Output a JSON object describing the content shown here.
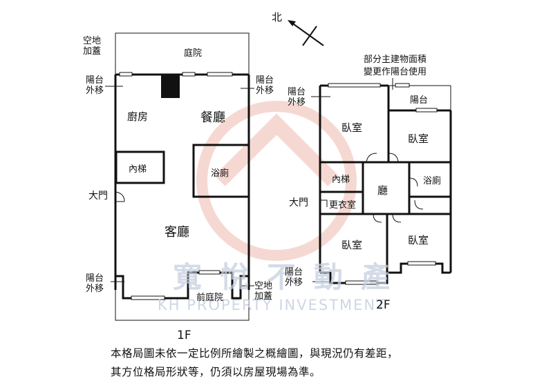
{
  "compass": {
    "label": "北"
  },
  "floor1": {
    "title": "1F",
    "rooms": {
      "courtyard": "庭院",
      "kitchen": "廚房",
      "dining": "餐廳",
      "inner_stair": "內梯",
      "bath": "浴廁",
      "main_door": "大門",
      "living": "客廳",
      "front_yard": "前庭院"
    },
    "notes": {
      "top_covered": "空地\n加蓋",
      "balcony_left": "陽台\n外移",
      "balcony_right": "陽台\n外移",
      "bottom_balcony": "陽台\n外移",
      "bottom_covered": "空地\n加蓋"
    }
  },
  "floor2": {
    "title": "2F",
    "rooms": {
      "bed1": "臥室",
      "bed2": "臥室",
      "balcony": "陽台",
      "inner_stair": "內梯",
      "hall": "廳",
      "bath": "浴廁",
      "closet": "更衣室",
      "bed3": "臥室",
      "bed4": "臥室",
      "main_door": "大門"
    },
    "notes": {
      "converted": "部分主建物面積\n變更作陽台使用",
      "balcony_top": "陽台\n外移",
      "balcony_bottom": "陽台\n外移"
    }
  },
  "disclaimer": {
    "line1": "本格局圖未依一定比例所繪製之概繪圖，與現況仍有差距，",
    "line2": "其方位格局形狀等，仍須以房屋現場為準。"
  },
  "watermark": {
    "chinese": "寬悅不動產",
    "english": "KH PROPERTY INVESTMENT"
  }
}
